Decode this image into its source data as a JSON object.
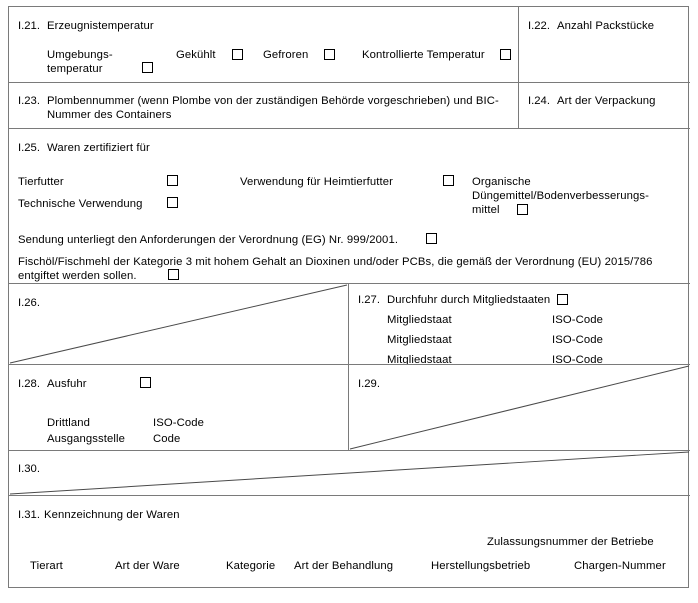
{
  "document": {
    "language": "de",
    "kind": "eu-veterinary-certificate-part-I",
    "border_color": "#7a7a7a",
    "text_color": "#000000",
    "background": "#ffffff"
  },
  "boxes": {
    "i21": {
      "number": "I.21.",
      "title": "Erzeugnistemperatur",
      "options": [
        {
          "label_line1": "Umgebungs-",
          "label_line2": "temperatur",
          "checked": false
        },
        {
          "label_line1": "Gekühlt",
          "label_line2": "",
          "checked": false
        },
        {
          "label_line1": "Gefroren",
          "label_line2": "",
          "checked": false
        },
        {
          "label_line1": "Kontrollierte Temperatur",
          "label_line2": "",
          "checked": false
        }
      ]
    },
    "i22": {
      "number": "I.22.",
      "title": "Anzahl Packstücke"
    },
    "i23": {
      "number": "I.23.",
      "title_line1": "Plombennummer (wenn Plombe von der zuständigen Behörde vorgeschrieben) und BIC-",
      "title_line2": "Nummer des Containers"
    },
    "i24": {
      "number": "I.24.",
      "title": "Art der Verpackung"
    },
    "i25": {
      "number": "I.25.",
      "title": "Waren zertifiziert für",
      "options": [
        {
          "label": "Tierfutter",
          "checked": false
        },
        {
          "label": "Technische Verwendung",
          "checked": false
        },
        {
          "label": "Verwendung für Heimtierfutter",
          "checked": false
        }
      ],
      "organic_option": {
        "line1": "Organische",
        "line2": "Düngemittel/Bodenverbesserungs-",
        "line3": "mittel",
        "checked": false
      },
      "statement_regulation": {
        "text": "Sendung unterliegt den Anforderungen der Verordnung (EG) Nr. 999/2001.",
        "checked": false
      },
      "statement_fishoil": {
        "line1": "Fischöl/Fischmehl der Kategorie 3 mit hohem Gehalt an Dioxinen und/oder PCBs, die gemäß der Verordnung (EU) 2015/786",
        "line2": "entgiftet werden sollen.",
        "checked": false
      }
    },
    "i26": {
      "number": "I.26.",
      "struck_through": true
    },
    "i27": {
      "number": "I.27.",
      "title": "Durchfuhr durch Mitgliedstaaten",
      "checked": false,
      "rows": [
        {
          "member_state": "Mitgliedstaat",
          "iso_code": "ISO-Code"
        },
        {
          "member_state": "Mitgliedstaat",
          "iso_code": "ISO-Code"
        },
        {
          "member_state": "Mitgliedstaat",
          "iso_code": "ISO-Code"
        }
      ]
    },
    "i28": {
      "number": "I.28.",
      "title": "Ausfuhr",
      "checked": false,
      "rows": [
        {
          "label": "Drittland",
          "value": "ISO-Code"
        },
        {
          "label": "Ausgangsstelle",
          "value": "Code"
        }
      ]
    },
    "i29": {
      "number": "I.29.",
      "struck_through": true
    },
    "i30": {
      "number": "I.30.",
      "struck_through": true
    },
    "i31": {
      "number": "I.31.",
      "title": "Kennzeichnung der Waren",
      "group_header": "Zulassungsnummer der Betriebe",
      "columns": [
        "Tierart",
        "Art der Ware",
        "Kategorie",
        "Art der Behandlung",
        "Herstellungsbetrieb",
        "Chargen-Nummer"
      ]
    }
  }
}
